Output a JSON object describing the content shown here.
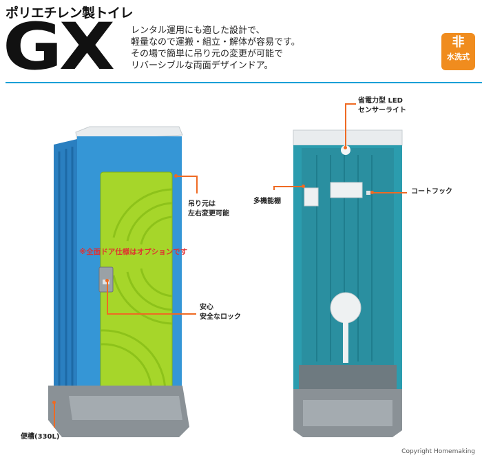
{
  "header": {
    "subtitle": "ポリエチレン製トイレ",
    "model": "GX",
    "description": [
      "レンタル運用にも適した設計で、",
      "軽量なので運搬・組立・解体が容易です。",
      "その場で簡単に吊り元の変更が可能で",
      "リバーシブルな両面デザインドア。"
    ],
    "badge_top": "非",
    "badge_bottom": "水洗式"
  },
  "callouts": {
    "hinge": [
      "吊り元は",
      "左右変更可能"
    ],
    "full_door_note": "※全面ドア仕様はオプションです",
    "lock": [
      "安心",
      "安全なロック"
    ],
    "tank": "便槽(330L)",
    "led": [
      "省電力型 LED",
      "センサーライト"
    ],
    "shelf": "多機能棚",
    "coat_hook": "コートフック"
  },
  "footer": {
    "copyright": "Copyright  Homemaking"
  },
  "colors": {
    "accent": "#ef6a23",
    "rule": "#1a9fd6",
    "badge": "#f08c1e",
    "body_blue": "#2f8fd0",
    "door_green": "#a6d62a",
    "interior_teal": "#2b9cae",
    "base_gray": "#8a9196",
    "note_red": "#e03030"
  }
}
